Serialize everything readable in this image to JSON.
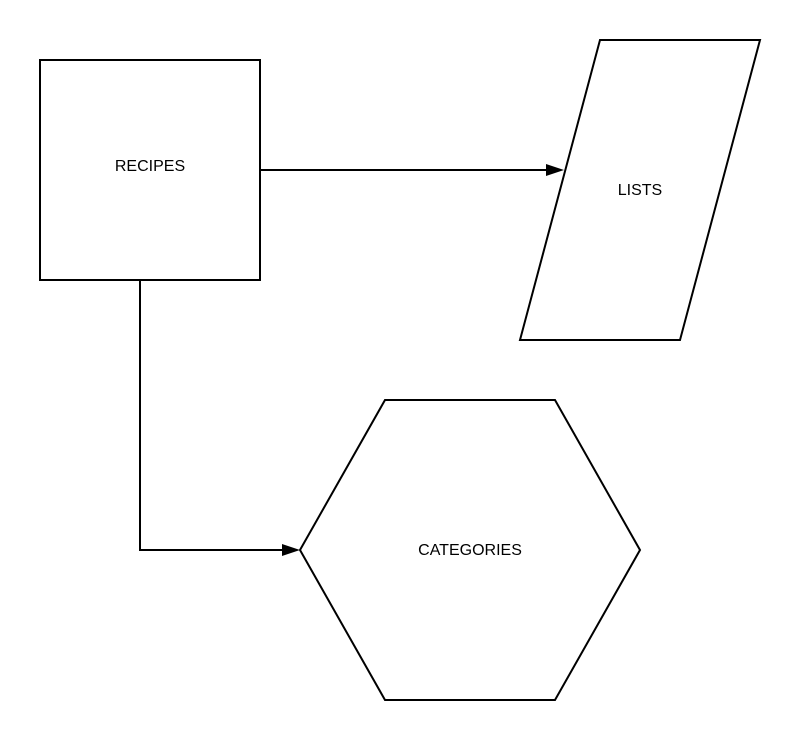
{
  "diagram": {
    "nodes": {
      "recipes": {
        "label": "RECIPES",
        "shape": "rectangle"
      },
      "lists": {
        "label": "LISTS",
        "shape": "parallelogram"
      },
      "categories": {
        "label": "CATEGORIES",
        "shape": "hexagon"
      }
    },
    "edges": [
      {
        "from": "RECIPES",
        "to": "LISTS",
        "style": "arrow"
      },
      {
        "from": "RECIPES",
        "to": "CATEGORIES",
        "style": "arrow"
      }
    ],
    "colors": {
      "background": "#ffffff",
      "stroke": "#000000",
      "text": "#000000"
    }
  }
}
